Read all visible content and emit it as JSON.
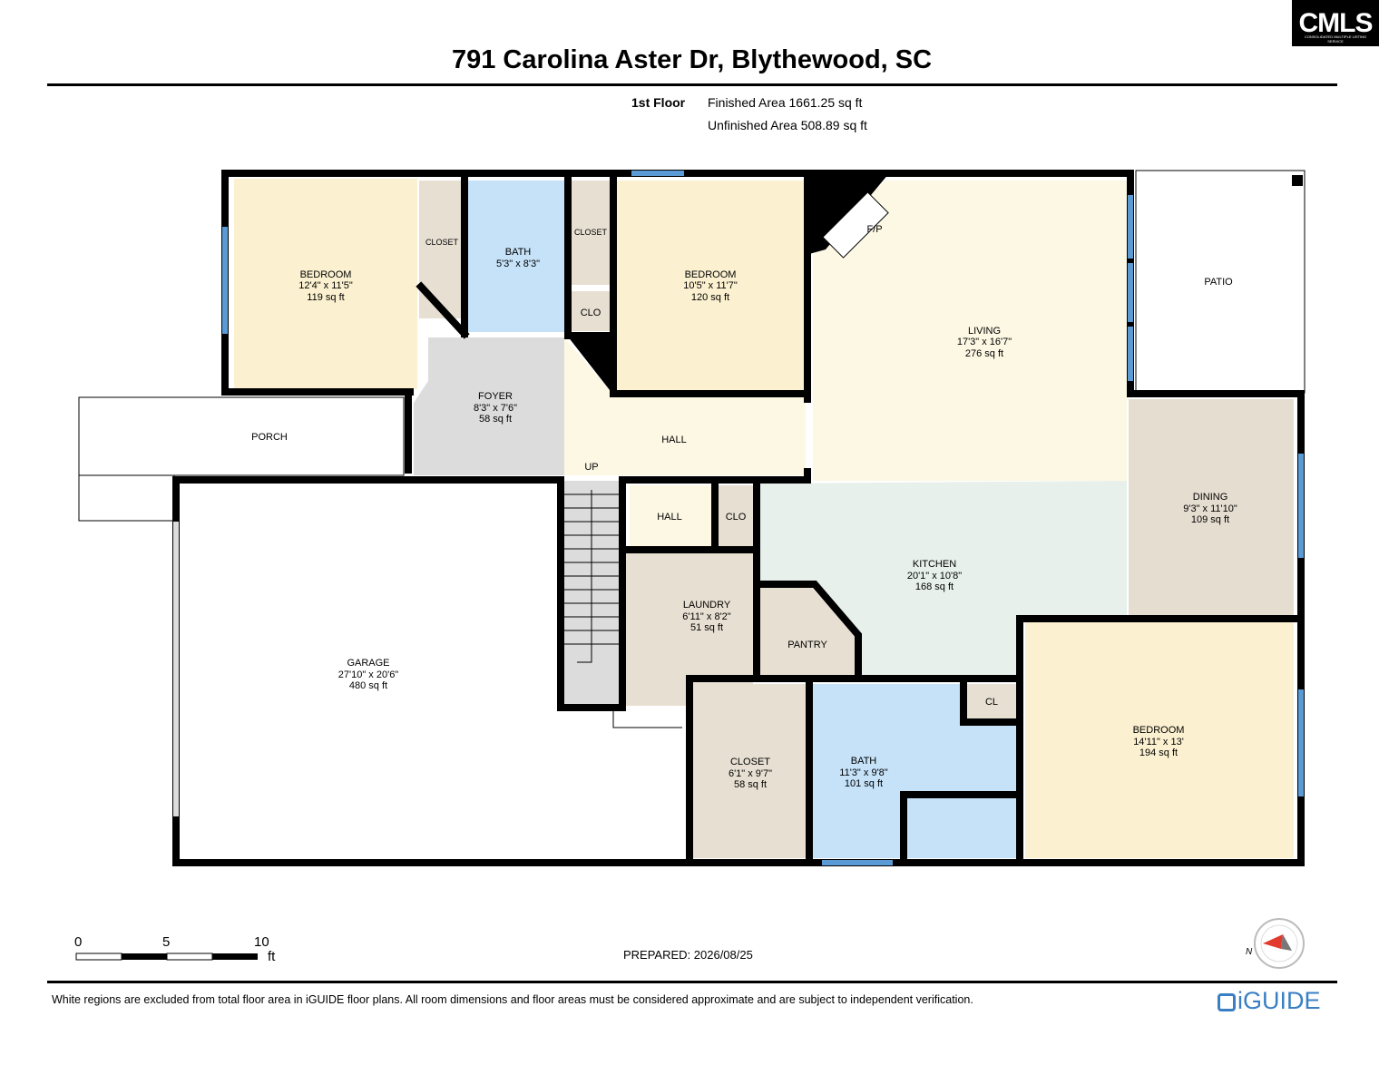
{
  "logo": {
    "text": "CMLS",
    "subtext": "CONSOLIDATED MULTIPLE LISTING SERVICE"
  },
  "title": "791 Carolina Aster Dr, Blythewood, SC",
  "floor": {
    "label": "1st Floor",
    "finished_area": "Finished Area 1661.25 sq ft",
    "unfinished_area": "Unfinished Area 508.89 sq ft"
  },
  "rooms": {
    "bedroom_nw": {
      "name": "BEDROOM",
      "dims": "12'4\" x 11'5\"",
      "area": "119 sq ft"
    },
    "closet_nw": {
      "name": "CLOSET"
    },
    "bath_n": {
      "name": "BATH",
      "dims": "5'3\" x 8'3\""
    },
    "closet_n": {
      "name": "CLOSET"
    },
    "clo_n": {
      "name": "CLO"
    },
    "bedroom_n": {
      "name": "BEDROOM",
      "dims": "10'5\" x 11'7\"",
      "area": "120 sq ft"
    },
    "fireplace": {
      "name": "F/P"
    },
    "living": {
      "name": "LIVING",
      "dims": "17'3\" x 16'7\"",
      "area": "276 sq ft"
    },
    "patio": {
      "name": "PATIO"
    },
    "foyer": {
      "name": "FOYER",
      "dims": "8'3\" x 7'6\"",
      "area": "58 sq ft"
    },
    "porch": {
      "name": "PORCH"
    },
    "hall_main": {
      "name": "HALL"
    },
    "stairs_up": {
      "name": "UP"
    },
    "hall_small": {
      "name": "HALL"
    },
    "clo_mid": {
      "name": "CLO"
    },
    "kitchen": {
      "name": "KITCHEN",
      "dims": "20'1\" x 10'8\"",
      "area": "168 sq ft"
    },
    "dining": {
      "name": "DINING",
      "dims": "9'3\" x 11'10\"",
      "area": "109 sq ft"
    },
    "garage": {
      "name": "GARAGE",
      "dims": "27'10\" x 20'6\"",
      "area": "480 sq ft"
    },
    "laundry": {
      "name": "LAUNDRY",
      "dims": "6'11\" x 8'2\"",
      "area": "51 sq ft"
    },
    "pantry": {
      "name": "PANTRY"
    },
    "closet_s": {
      "name": "CLOSET",
      "dims": "6'1\" x 9'7\"",
      "area": "58 sq ft"
    },
    "bath_s": {
      "name": "BATH",
      "dims": "11'3\" x 9'8\"",
      "area": "101 sq ft"
    },
    "cl_s": {
      "name": "CL"
    },
    "bedroom_se": {
      "name": "BEDROOM",
      "dims": "14'11\" x 13'",
      "area": "194 sq ft"
    }
  },
  "colors": {
    "bedroom": "#fbf0cf",
    "bath": "#c5e2f8",
    "closet": "#e7dfd2",
    "living": "#fdf8e4",
    "kitchen": "#e7f0eb",
    "dining": "#e6ddd1",
    "foyer": "#dcdcdc",
    "wall": "#000000",
    "window": "#5b9bd5",
    "brand": "#3a7fc4",
    "compass": "#e23b2e"
  },
  "scale": {
    "labels": [
      "0",
      "5",
      "10"
    ],
    "unit": "ft"
  },
  "compass": {
    "label": "N"
  },
  "prepared": "PREPARED: 2026/08/25",
  "disclaimer": "White regions are excluded from total floor area in iGUIDE floor plans. All room dimensions and floor areas must be considered approximate and are subject to independent verification.",
  "brand": "iGUIDE"
}
